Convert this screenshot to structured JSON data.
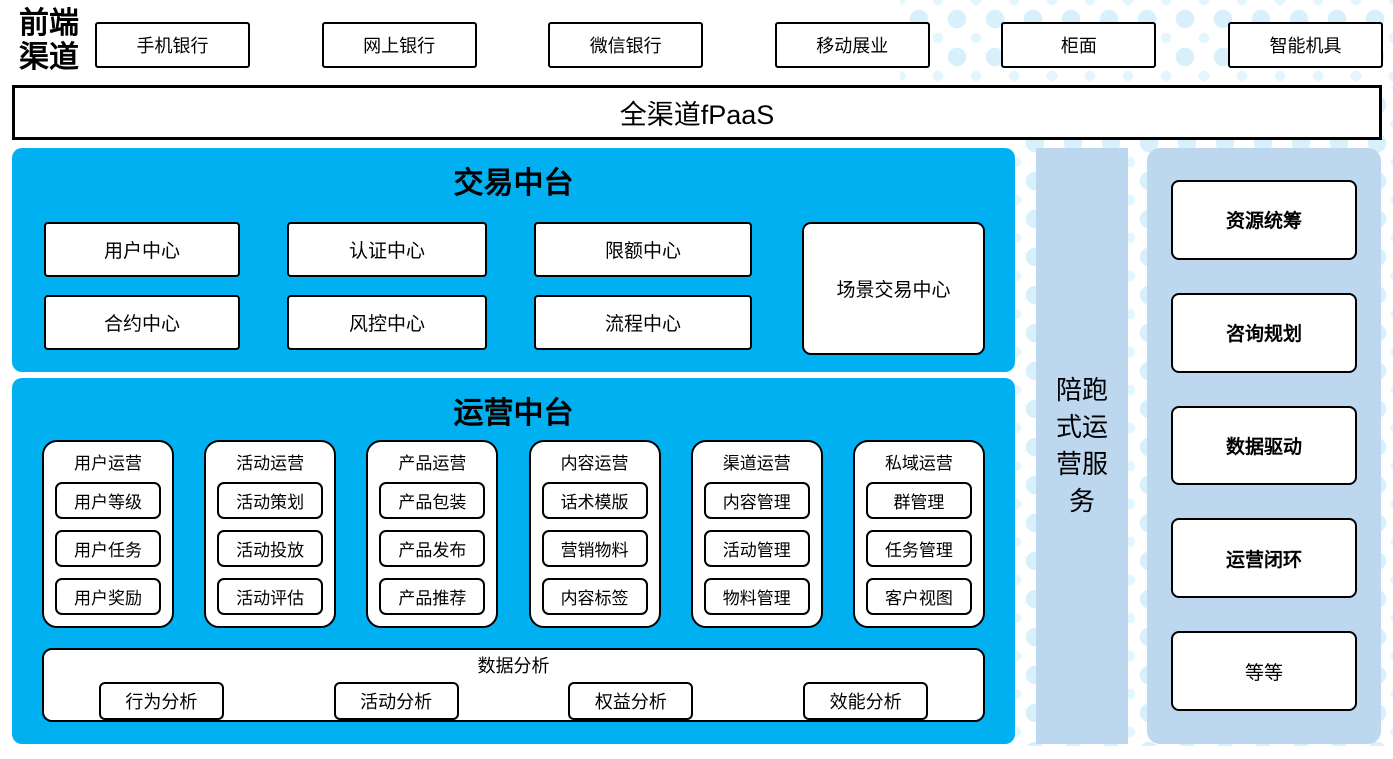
{
  "front": {
    "label": "前端渠道",
    "channels": [
      "手机银行",
      "网上银行",
      "微信银行",
      "移动展业",
      "柜面",
      "智能机具"
    ]
  },
  "fpaas": {
    "label": "全渠道fPaaS"
  },
  "transaction": {
    "title": "交易中台",
    "centers": [
      "用户中心",
      "认证中心",
      "限额中心",
      "合约中心",
      "风控中心",
      "流程中心"
    ],
    "scene_center": "场景交易中心"
  },
  "operations": {
    "title": "运营中台",
    "groups": [
      {
        "title": "用户运营",
        "items": [
          "用户等级",
          "用户任务",
          "用户奖励"
        ]
      },
      {
        "title": "活动运营",
        "items": [
          "活动策划",
          "活动投放",
          "活动评估"
        ]
      },
      {
        "title": "产品运营",
        "items": [
          "产品包装",
          "产品发布",
          "产品推荐"
        ]
      },
      {
        "title": "内容运营",
        "items": [
          "话术模版",
          "营销物料",
          "内容标签"
        ]
      },
      {
        "title": "渠道运营",
        "items": [
          "内容管理",
          "活动管理",
          "物料管理"
        ]
      },
      {
        "title": "私域运营",
        "items": [
          "群管理",
          "任务管理",
          "客户视图"
        ]
      }
    ],
    "analysis": {
      "title": "数据分析",
      "items": [
        "行为分析",
        "活动分析",
        "权益分析",
        "效能分析"
      ]
    }
  },
  "side": {
    "label": "陪跑式运营服务"
  },
  "services": {
    "items": [
      "资源统筹",
      "咨询规划",
      "数据驱动",
      "运营闭环",
      "等等"
    ]
  },
  "colors": {
    "accent_cyan": "#00b0f0",
    "panel_light_blue": "#bdd7ee",
    "dot_blue": "#d7f0fb"
  }
}
